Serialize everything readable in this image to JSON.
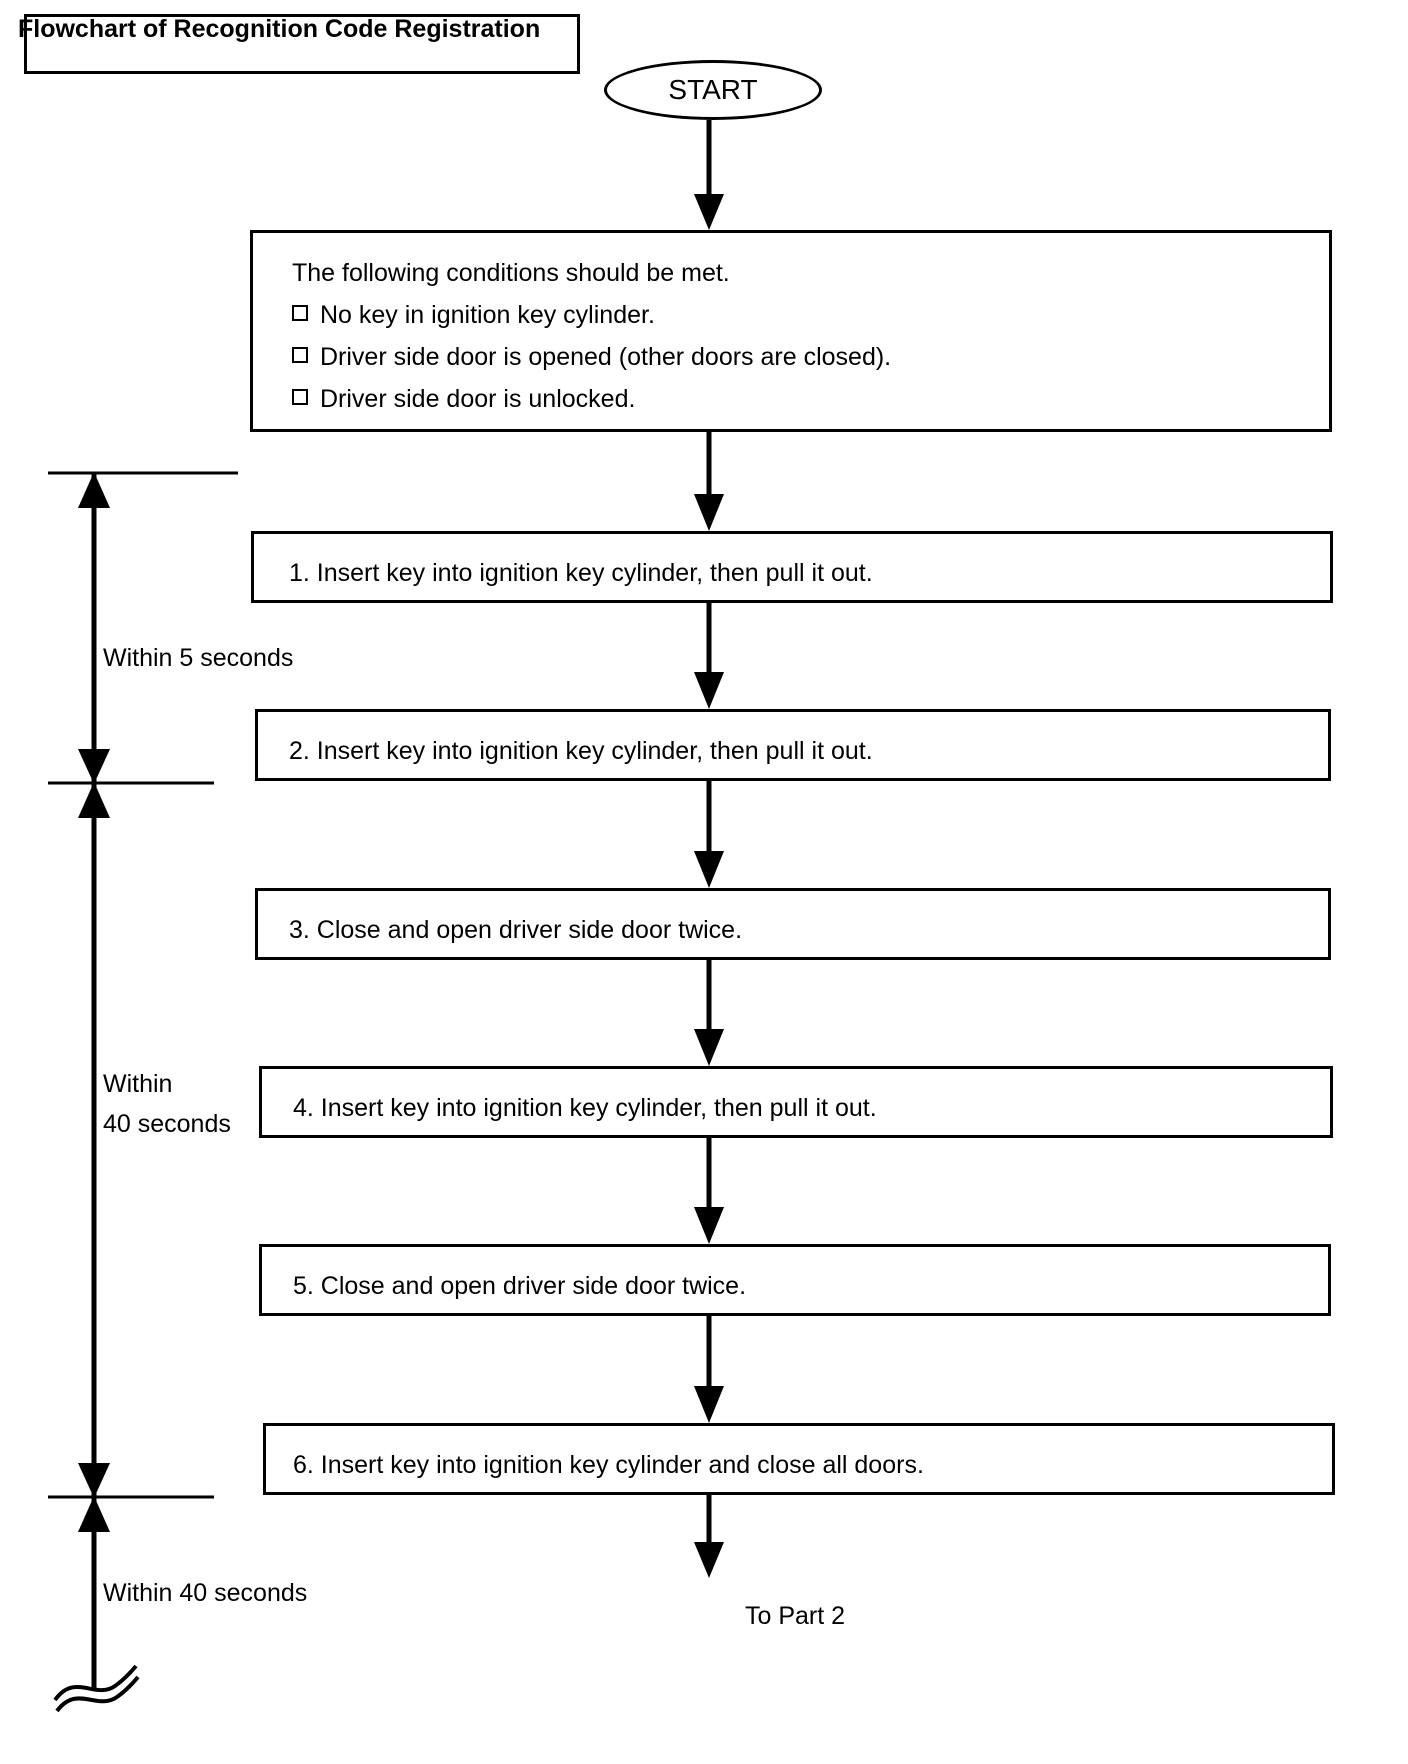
{
  "diagram": {
    "title": "Flowchart of Recognition Code Registration",
    "start_label": "START",
    "end_label": "To Part 2",
    "colors": {
      "stroke": "#000000",
      "background": "#ffffff"
    }
  },
  "conditions_box": {
    "heading": "The following conditions should be met.",
    "items": [
      "No key in ignition key cylinder.",
      "Driver side door is opened (other doors are closed).",
      "Driver side door is unlocked."
    ],
    "checkbox_glyph": "empty-square"
  },
  "steps": [
    {
      "number": "1.",
      "text": "1. Insert key into ignition key cylinder, then pull it out."
    },
    {
      "number": "2.",
      "text": "2. Insert key into ignition key cylinder, then pull it out."
    },
    {
      "number": "3.",
      "text": "3. Close and open driver side door twice."
    },
    {
      "number": "4.",
      "text": "4. Insert key into ignition key cylinder, then pull it out."
    },
    {
      "number": "5.",
      "text": "5. Close and open driver side door twice."
    },
    {
      "number": "6.",
      "text": "6. Insert key into ignition key cylinder and close all doors."
    }
  ],
  "timing_brackets": [
    {
      "id": "within-5-seconds",
      "label": "Within 5 seconds",
      "line2": ""
    },
    {
      "id": "within-40-seconds-main",
      "label": "Within",
      "line2": "40 seconds"
    },
    {
      "id": "within-40-seconds-tail",
      "label": "Within 40 seconds",
      "line2": ""
    }
  ]
}
